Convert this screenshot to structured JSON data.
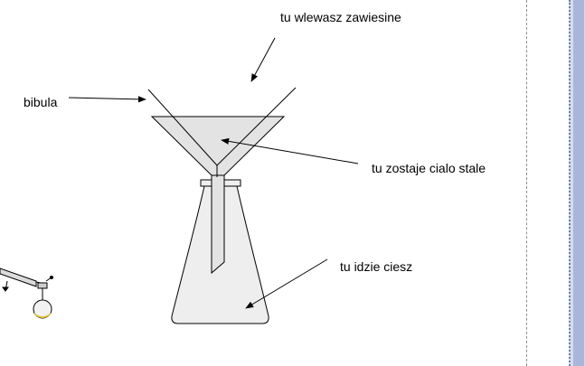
{
  "diagram": {
    "labels": {
      "pour_in": "tu wlewasz zawiesine",
      "filter_paper": "bibula",
      "solid_stays": "tu zostaje cialo stale",
      "liquid_goes": "tu idzie ciesz"
    }
  },
  "colors": {
    "glass_fill": "#eeeeee",
    "stroke": "#000000",
    "panel": "#a9b6da"
  }
}
